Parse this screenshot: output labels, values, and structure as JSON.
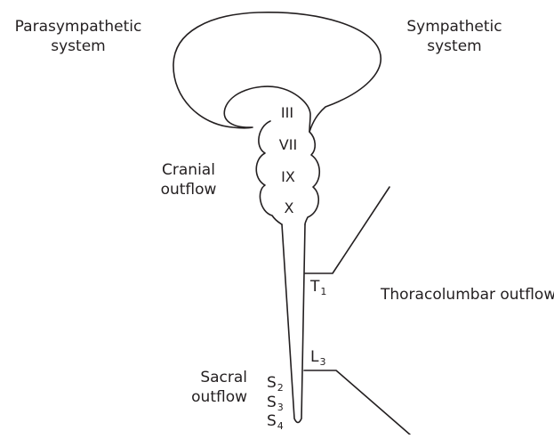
{
  "labels": {
    "parasympathetic_line1": "Parasympathetic",
    "parasympathetic_line2": "system",
    "sympathetic_line1": "Sympathetic",
    "sympathetic_line2": "system",
    "cranial_line1": "Cranial",
    "cranial_line2": "outflow",
    "thoracolumbar": "Thoracolumbar outflow",
    "sacral_line1": "Sacral",
    "sacral_line2": "outflow"
  },
  "cranial_nerves": [
    "III",
    "VII",
    "IX",
    "X"
  ],
  "spinal_segments": {
    "t1": {
      "letter": "T",
      "sub": "1"
    },
    "l3": {
      "letter": "L",
      "sub": "3"
    },
    "s2": {
      "letter": "S",
      "sub": "2"
    },
    "s3": {
      "letter": "S",
      "sub": "3"
    },
    "s4": {
      "letter": "S",
      "sub": "4"
    }
  },
  "colors": {
    "stroke": "#231f20",
    "background": "#ffffff"
  }
}
